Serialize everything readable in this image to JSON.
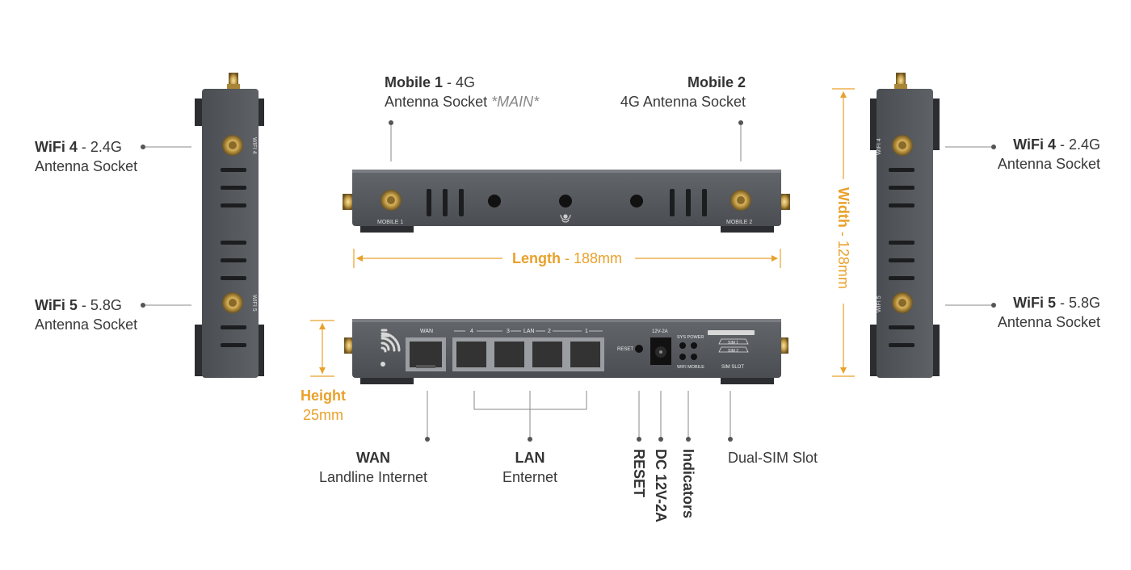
{
  "colors": {
    "device": "#54575c",
    "device_dark": "#2c2d30",
    "accent": "#e9a12a",
    "line": "#777777",
    "gold": "#c9a24a"
  },
  "device_print": {
    "mobile1": "MOBILE 1",
    "mobile2": "MOBILE 2",
    "wifi4": "WIFI 4",
    "wifi5": "WIFI 5",
    "wan": "WAN",
    "lan": "LAN",
    "lan_nums": [
      "4",
      "3",
      "2",
      "1"
    ],
    "reset": "RESET",
    "dc": "12V-2A",
    "ind_top": "SYS POWER",
    "ind_bottom": "WIFI MOBILE",
    "sim1": "SIM 1",
    "sim2": "SIM 2",
    "sim_slot": "SIM SLOT"
  },
  "labels": {
    "mobile1": {
      "title": "Mobile 1",
      "suffix": " - 4G",
      "line2": "Antenna Socket ",
      "note": "*MAIN*"
    },
    "mobile2": {
      "title": "Mobile 2",
      "line2": "4G Antenna Socket"
    },
    "wifi4_left": {
      "title": "WiFi 4",
      "suffix": " - 2.4G",
      "line2": "Antenna Socket"
    },
    "wifi5_left": {
      "title": "WiFi 5",
      "suffix": " - 5.8G",
      "line2": "Antenna Socket"
    },
    "wifi4_right": {
      "title": "WiFi 4",
      "suffix": " - 2.4G",
      "line2": "Antenna Socket"
    },
    "wifi5_right": {
      "title": "WiFi 5",
      "suffix": " - 5.8G",
      "line2": "Antenna Socket"
    },
    "length": {
      "title": "Length",
      "suffix": " - 188mm"
    },
    "width": {
      "title": "Width",
      "suffix": " - 128mm"
    },
    "height": {
      "title": "Height",
      "line2": "25mm"
    },
    "wan": {
      "title": "WAN",
      "line2": "Landline Internet"
    },
    "lan": {
      "title": "LAN",
      "line2": "Enternet"
    },
    "reset": "RESET",
    "dc": "DC 12V-2A",
    "indicators": "Indicators",
    "sim": "Dual-SIM Slot"
  }
}
